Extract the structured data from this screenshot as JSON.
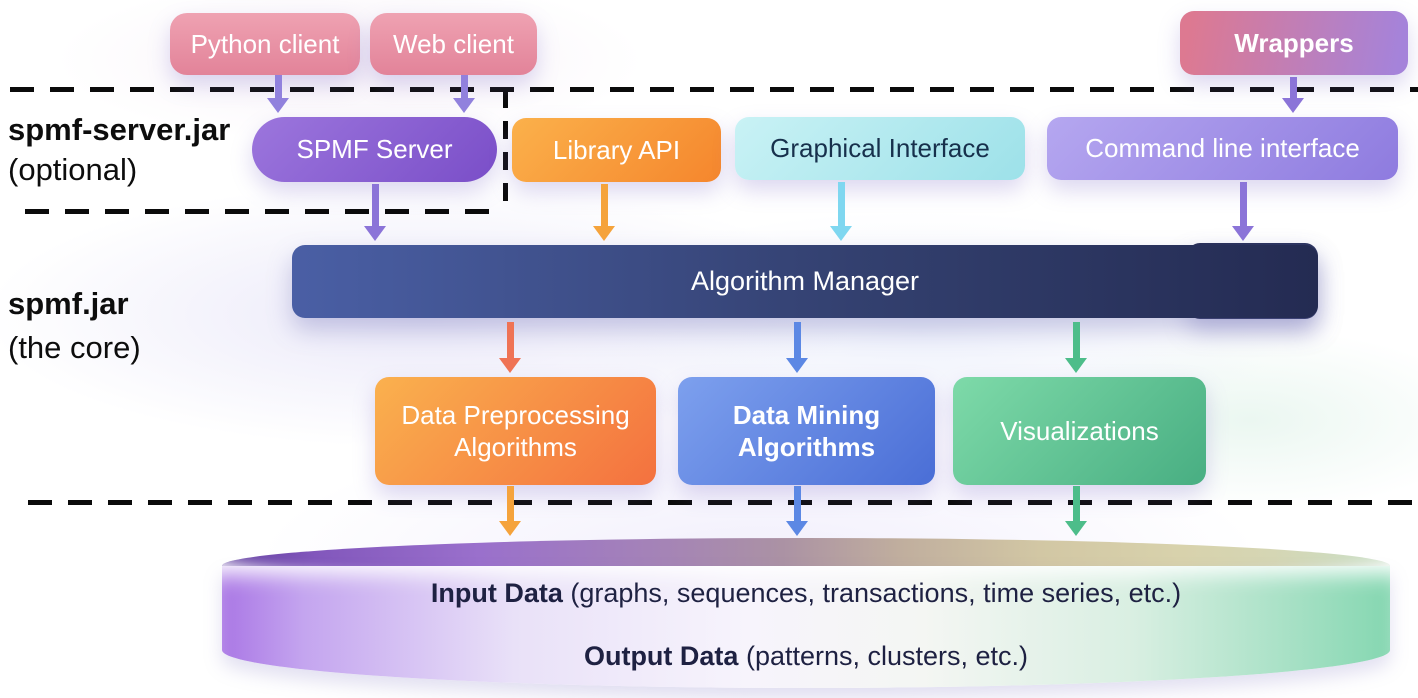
{
  "title": "SPMF architecture diagram",
  "left_labels": {
    "server_jar": "spmf-server.jar",
    "server_jar_note": "(optional)",
    "core_jar": "spmf.jar",
    "core_jar_note": "(the core)"
  },
  "nodes": {
    "python_client": "Python client",
    "web_client": "Web client",
    "wrappers": "Wrappers",
    "spmf_server": "SPMF Server",
    "library_api": "Library API",
    "graphical_interface": "Graphical Interface",
    "command_line_interface": "Command line interface",
    "algorithm_manager": "Algorithm Manager",
    "data_preprocessing": {
      "line1": "Data Preprocessing",
      "line2": "Algorithms"
    },
    "data_mining": {
      "line1": "Data Mining",
      "line2": "Algorithms"
    },
    "visualizations": "Visualizations"
  },
  "datastore": {
    "input_title": "Input Data",
    "input_desc": " (graphs, sequences, transactions, time series, etc.)",
    "output_title": "Output Data",
    "output_desc": " (patterns, clusters, etc.)"
  },
  "colors": {
    "client_pink": "#e78fa2",
    "wrappers_left": "#dd7991",
    "wrappers_right": "#a583da",
    "server_purple": "#8b5fd2",
    "library_orange": "#f79a33",
    "gui_cyan": "#aee8ef",
    "cmd_violet": "#9f8de8",
    "manager_navy": "#2b3563",
    "preprocessing_orange": "#f6883f",
    "mining_blue": "#5c83e0",
    "visualizations_green": "#58c392",
    "arrow_purple": "#8b74d8",
    "arrow_orange": "#f5a33c",
    "arrow_cyan": "#7fd7f0",
    "arrow_coral": "#ef7355",
    "arrow_blue": "#5c88e4",
    "arrow_green": "#4dbd8a",
    "cylinder_left_purple": "#aa77e5",
    "cylinder_right_green": "#85d7b1"
  }
}
